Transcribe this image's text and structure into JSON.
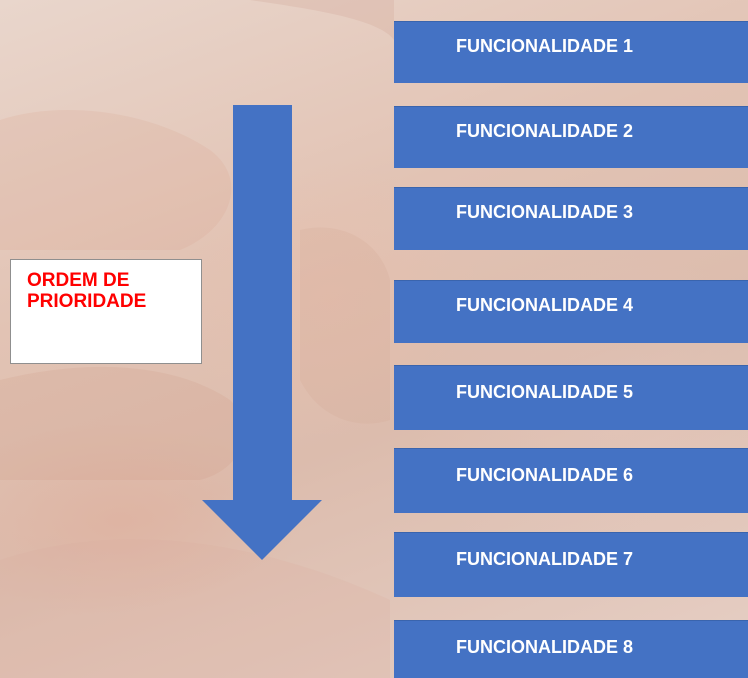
{
  "priority": {
    "label": "ORDEM DE\nPRIORIDADE"
  },
  "functions": [
    {
      "label": "FUNCIONALIDADE 1"
    },
    {
      "label": "FUNCIONALIDADE 2"
    },
    {
      "label": "FUNCIONALIDADE 3"
    },
    {
      "label": "FUNCIONALIDADE 4"
    },
    {
      "label": "FUNCIONALIDADE 5"
    },
    {
      "label": "FUNCIONALIDADE 6"
    },
    {
      "label": "FUNCIONALIDADE 7"
    },
    {
      "label": "FUNCIONALIDADE 8"
    }
  ],
  "colors": {
    "box_fill": "#4472c4",
    "arrow_fill": "#4472c4",
    "priority_text": "#ff0000",
    "box_text": "#ffffff"
  }
}
